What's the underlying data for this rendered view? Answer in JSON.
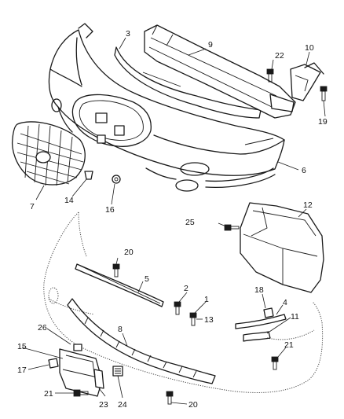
{
  "callouts": [
    {
      "id": "c1",
      "text": "1"
    },
    {
      "id": "c2",
      "text": "2"
    },
    {
      "id": "c3",
      "text": "3"
    },
    {
      "id": "c4",
      "text": "4"
    },
    {
      "id": "c5",
      "text": "5"
    },
    {
      "id": "c6",
      "text": "6"
    },
    {
      "id": "c7",
      "text": "7"
    },
    {
      "id": "c8",
      "text": "8"
    },
    {
      "id": "c9",
      "text": "9"
    },
    {
      "id": "c10",
      "text": "10"
    },
    {
      "id": "c11",
      "text": "11"
    },
    {
      "id": "c12",
      "text": "12"
    },
    {
      "id": "c13",
      "text": "13"
    },
    {
      "id": "c14",
      "text": "14"
    },
    {
      "id": "c15",
      "text": "15"
    },
    {
      "id": "c16",
      "text": "16"
    },
    {
      "id": "c17",
      "text": "17"
    },
    {
      "id": "c18",
      "text": "18"
    },
    {
      "id": "c19",
      "text": "19"
    },
    {
      "id": "c20a",
      "text": "20"
    },
    {
      "id": "c20b",
      "text": "20"
    },
    {
      "id": "c21a",
      "text": "21"
    },
    {
      "id": "c21b",
      "text": "21"
    },
    {
      "id": "c22",
      "text": "22"
    },
    {
      "id": "c23",
      "text": "23"
    },
    {
      "id": "c24",
      "text": "24"
    },
    {
      "id": "c25",
      "text": "25"
    },
    {
      "id": "c26",
      "text": "26"
    }
  ]
}
